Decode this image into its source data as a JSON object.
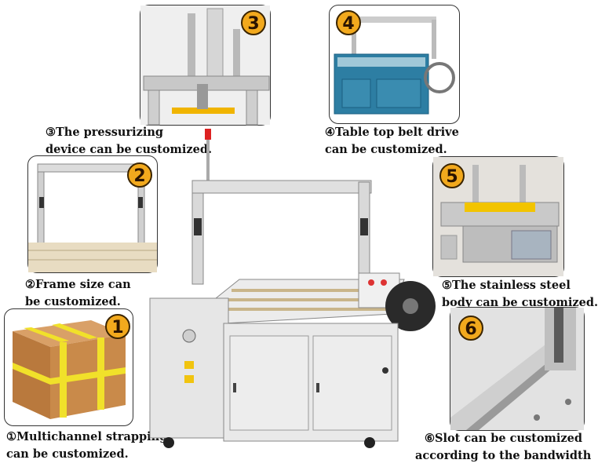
{
  "panels": [
    {
      "number": "3",
      "caption_line1": "③The pressurizing",
      "caption_line2": "device can be customized."
    },
    {
      "number": "4",
      "caption_line1": "④Table top belt drive",
      "caption_line2": "can be customized."
    },
    {
      "number": "2",
      "caption_line1": "②Frame size can",
      "caption_line2": "be customized."
    },
    {
      "number": "5",
      "caption_line1": "⑤The stainless steel",
      "caption_line2": "body can be customized."
    },
    {
      "number": "1",
      "caption_line1": "①Multichannel strapping",
      "caption_line2": "can be customized."
    },
    {
      "number": "6",
      "caption_line1": "⑥Slot can be customized",
      "caption_line2": "according to the bandwidth"
    }
  ],
  "colors": {
    "badge": "#f2a91d",
    "machine_body": "#e6e6e6",
    "blue_machine": "#2d7ea3",
    "box": "#c98a4a",
    "strap": "#f1e12a"
  }
}
